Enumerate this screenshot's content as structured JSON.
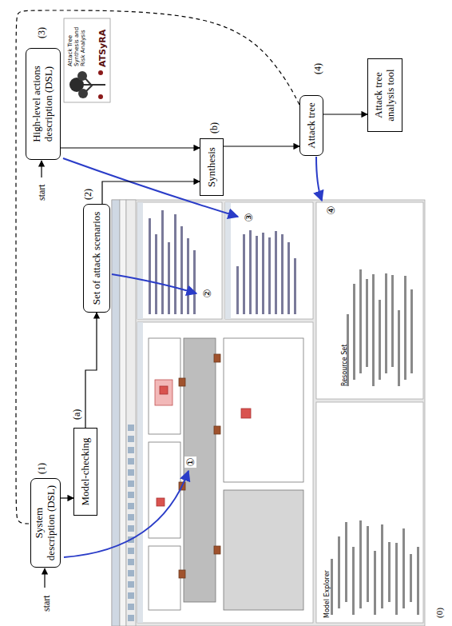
{
  "diagram": {
    "nodes": [
      {
        "text": [
          "System description (DSL)"
        ]
      },
      {
        "text": [
          "Model-checking"
        ]
      },
      {
        "text": [
          "Set of attack scenarios"
        ]
      },
      {
        "text": [
          "High-level actions description (DSL)"
        ]
      },
      {
        "text": [
          "Synthesis"
        ]
      },
      {
        "text": [
          "Attack tree"
        ]
      },
      {
        "text": [
          "Attack tree analysis tool"
        ]
      }
    ],
    "edges": [
      {
        "from": 0,
        "to": 1,
        "arrow": "to"
      },
      {
        "from": 1,
        "to": 2,
        "arrow": "to"
      },
      {
        "from": 2,
        "to": 4,
        "arrow": "to"
      },
      {
        "from": 3,
        "to": 4,
        "arrow": "to"
      },
      {
        "from": 4,
        "to": 5,
        "arrow": "to"
      },
      {
        "from": 5,
        "to": 6,
        "arrow": "to"
      },
      {
        "from": 5,
        "to": 0,
        "arrow": "none"
      }
    ],
    "labels": [
      "start",
      "(1)",
      "(a)",
      "(2)",
      "start",
      "(3)",
      "(b)",
      "(4)",
      "Attack Tree Synthesis and Risk Analysis",
      "ATSyRA",
      "①",
      "②",
      "③",
      "④",
      "(0)",
      "Model Explorer",
      "Resource Set"
    ]
  }
}
